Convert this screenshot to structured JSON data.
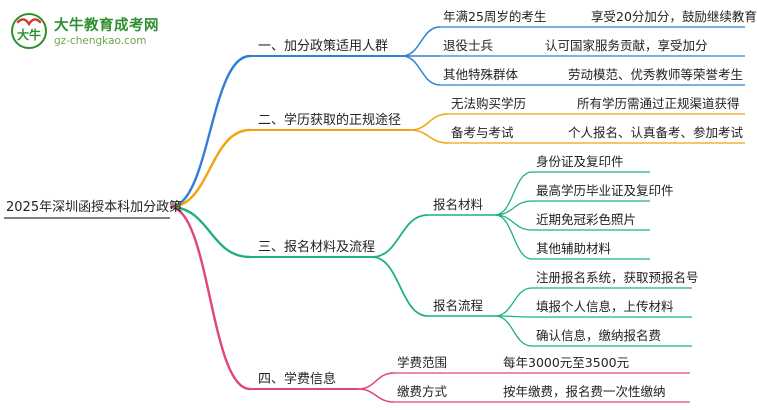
{
  "watermark": {
    "brand": "大牛教育成考网",
    "url": "gz-chengkao.com",
    "mark_text": "大牛",
    "colors": {
      "green": "#2f8f2f",
      "red": "#d9342b"
    }
  },
  "mindmap": {
    "root": "2025年深圳函授本科加分政策",
    "branches": [
      {
        "label": "一、加分政策适用人群",
        "color": "#2f7fd6",
        "children": [
          {
            "label": "年满25周岁的考生",
            "detail": "享受20分加分，鼓励继续教育"
          },
          {
            "label": "退役士兵",
            "detail": "认可国家服务贡献，享受加分"
          },
          {
            "label": "其他特殊群体",
            "detail": "劳动模范、优秀教师等荣誉考生"
          }
        ]
      },
      {
        "label": "二、学历获取的正规途径",
        "color": "#f0a30a",
        "children": [
          {
            "label": "无法购买学历",
            "detail": "所有学历需通过正规渠道获得"
          },
          {
            "label": "备考与考试",
            "detail": "个人报名、认真备考、参加考试"
          }
        ]
      },
      {
        "label": "三、报名材料及流程",
        "color": "#1fb27a",
        "groups": [
          {
            "label": "报名材料",
            "items": [
              "身份证及复印件",
              "最高学历毕业证及复印件",
              "近期免冠彩色照片",
              "其他辅助材料"
            ]
          },
          {
            "label": "报名流程",
            "items": [
              "注册报名系统，获取预报名号",
              "填报个人信息，上传材料",
              "确认信息，缴纳报名费"
            ]
          }
        ]
      },
      {
        "label": "四、学费信息",
        "color": "#e0457b",
        "children": [
          {
            "label": "学费范围",
            "detail": "每年3000元至3500元"
          },
          {
            "label": "缴费方式",
            "detail": "按年缴费，报名费一次性缴纳"
          }
        ]
      }
    ]
  }
}
